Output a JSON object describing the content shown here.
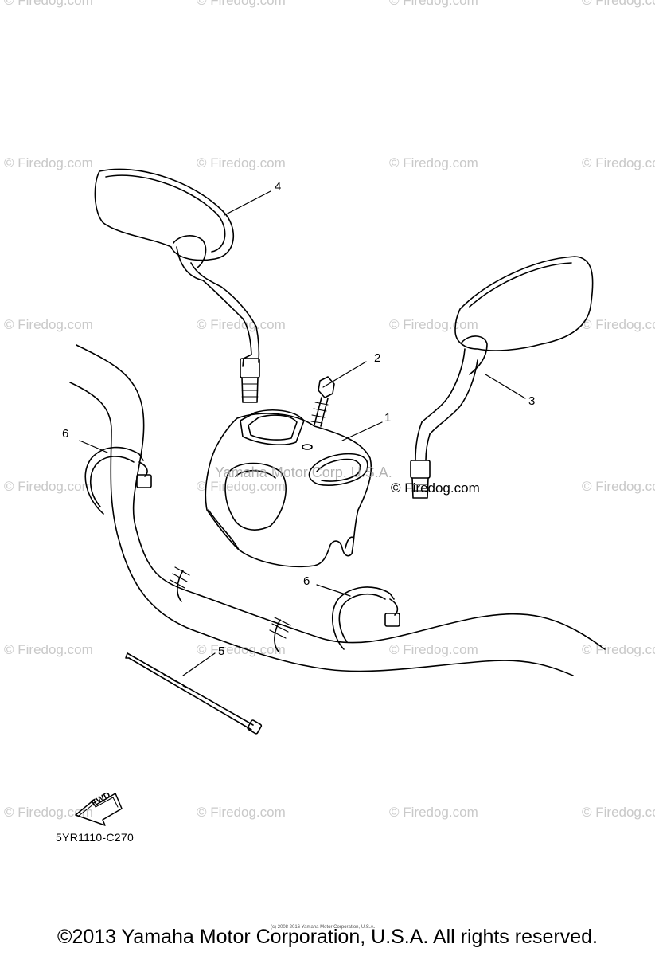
{
  "watermark": {
    "text": "© Firedog.com",
    "color": "#c9c9c9"
  },
  "callouts": {
    "part1": "1",
    "part2": "2",
    "part3": "3",
    "part4": "4",
    "part5": "5",
    "part6_left": "6",
    "part6_right": "6"
  },
  "fwd_label": "FWD",
  "diagram_code": "5YR1110-C270",
  "center_stamp": "Yamaha Motor Corp. U.S.A.",
  "center_watermark": "© Firedog.com",
  "tiny_text": "(c) 2008 2016 Yamaha Motor Corporation, U.S.A.",
  "copyright": "©2013 Yamaha Motor Corporation, U.S.A. All rights reserved."
}
